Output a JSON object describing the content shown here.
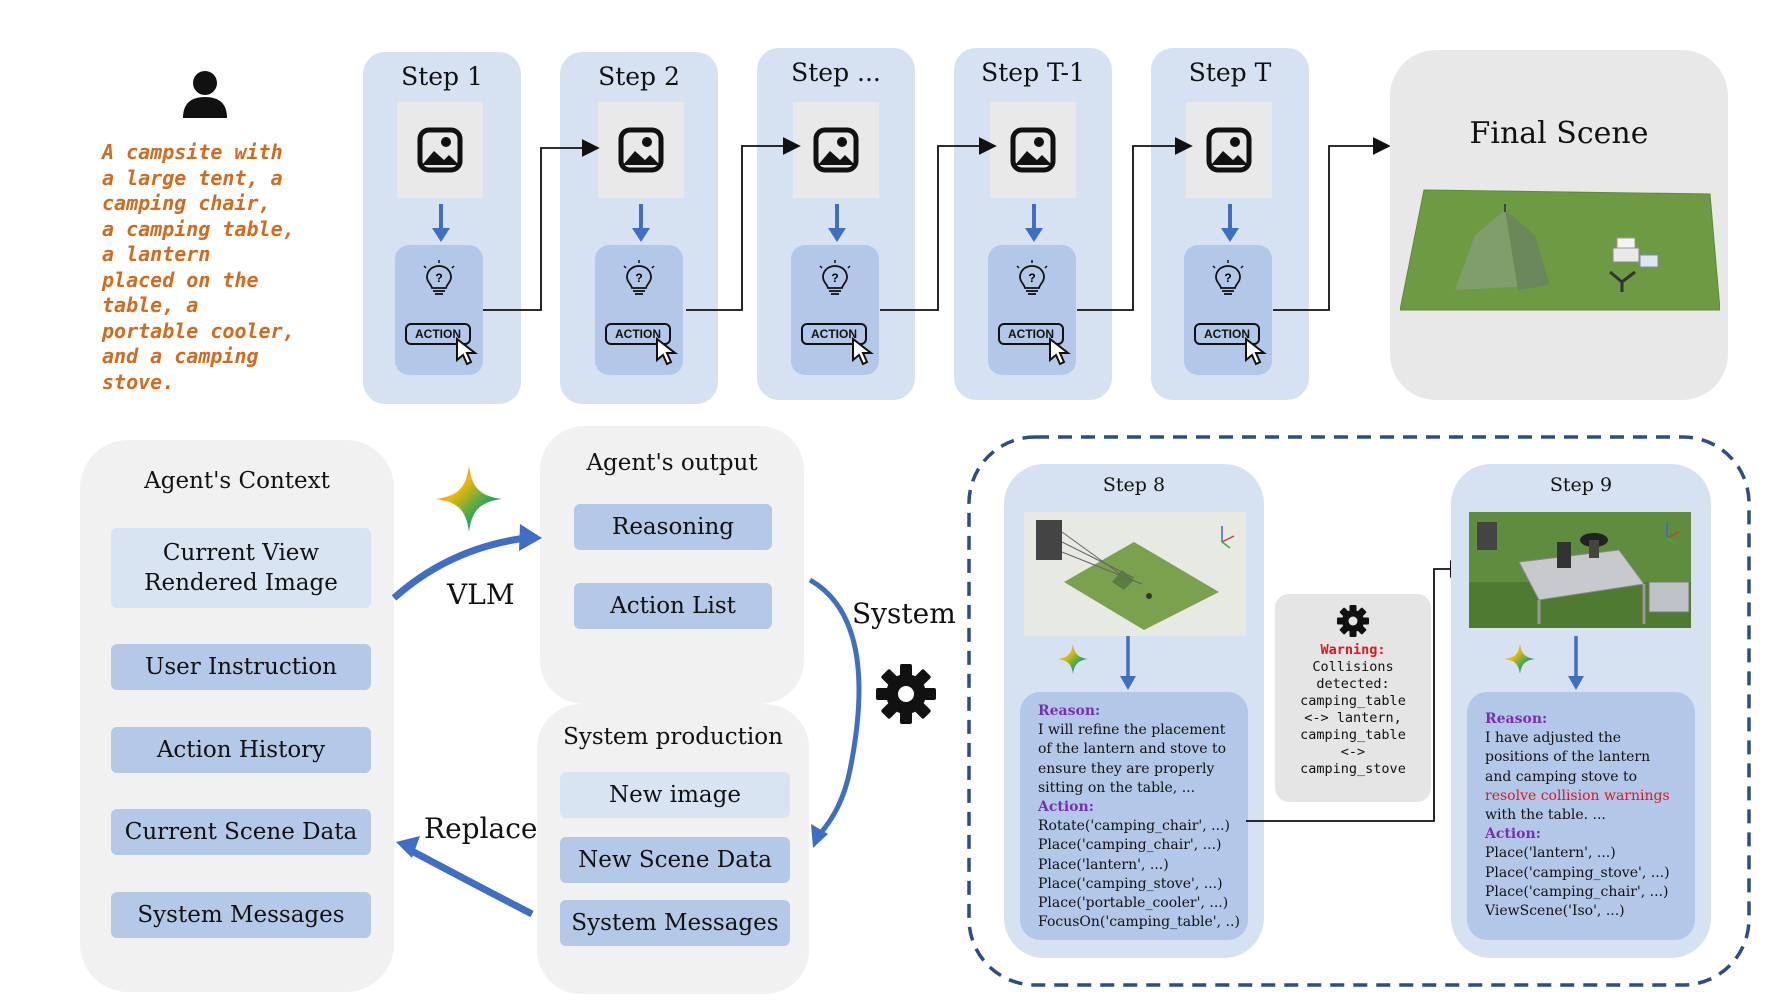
{
  "user_prompt": [
    "A campsite with",
    "a large tent, a",
    "camping chair,",
    "a camping table,",
    "a lantern",
    "placed on the",
    "table, a",
    "portable cooler,",
    "and a camping",
    "stove."
  ],
  "steps": [
    {
      "title": "Step 1",
      "action_label": "ACTION"
    },
    {
      "title": "Step 2",
      "action_label": "ACTION"
    },
    {
      "title": "Step ...",
      "action_label": "ACTION"
    },
    {
      "title": "Step T-1",
      "action_label": "ACTION"
    },
    {
      "title": "Step T",
      "action_label": "ACTION"
    }
  ],
  "final_scene": {
    "title": "Final Scene"
  },
  "agents_context": {
    "title": "Agent's Context",
    "items": [
      "Current View\nRendered Image",
      "User Instruction",
      "Action History",
      "Current Scene Data",
      "System Messages"
    ]
  },
  "agents_output": {
    "title": "Agent's output",
    "items": [
      "Reasoning",
      "Action List"
    ]
  },
  "system_production": {
    "title": "System production",
    "items": [
      "New image",
      "New Scene Data",
      "System Messages"
    ]
  },
  "labels": {
    "vlm": "VLM",
    "system": "System",
    "replace": "Replace"
  },
  "step8": {
    "title": "Step 8",
    "reason_key": "Reason",
    "reason_lines": [
      "I will refine the placement",
      "of the lantern and stove to",
      "ensure they are properly",
      "sitting on the table, ..."
    ],
    "action_key": "Action",
    "action_lines": [
      "Rotate('camping_chair', ...)",
      "Place('camping_chair', ...)",
      "Place('lantern', ...)",
      "Place('camping_stove', ...)",
      "Place('portable_cooler', ...)",
      "FocusOn('camping_table', ..)"
    ]
  },
  "warning": {
    "title": "Warning:",
    "lines": [
      "Collisions",
      "detected:",
      "camping_table",
      "<-> lantern,",
      "camping_table",
      "<->",
      "camping_stove"
    ]
  },
  "step9": {
    "title": "Step 9",
    "reason_key": "Reason",
    "reason_lines_before": [
      "I have adjusted the",
      "positions of the lantern",
      "and camping stove to"
    ],
    "reason_highlight": "resolve collision warnings",
    "reason_lines_after": [
      "with the table. ..."
    ],
    "action_key": "Action",
    "action_lines": [
      "Place('lantern', ...)",
      "Place('camping_stove', ...)",
      "Place('camping_chair', ...)",
      "ViewScene('Iso', ...)"
    ]
  },
  "colors": {
    "prompt": "#d36b1e",
    "arrow_blue": "#3f6fc4",
    "reason_purple": "#7a2fb3",
    "warning_red": "#e0161b",
    "step_bg": "#d6e2f2",
    "card_bg": "#b3c8e8"
  },
  "icons": [
    "user-icon",
    "image-icon",
    "lightbulb-question-icon",
    "cursor-icon",
    "gear-icon",
    "vlm-sparkle-icon"
  ]
}
